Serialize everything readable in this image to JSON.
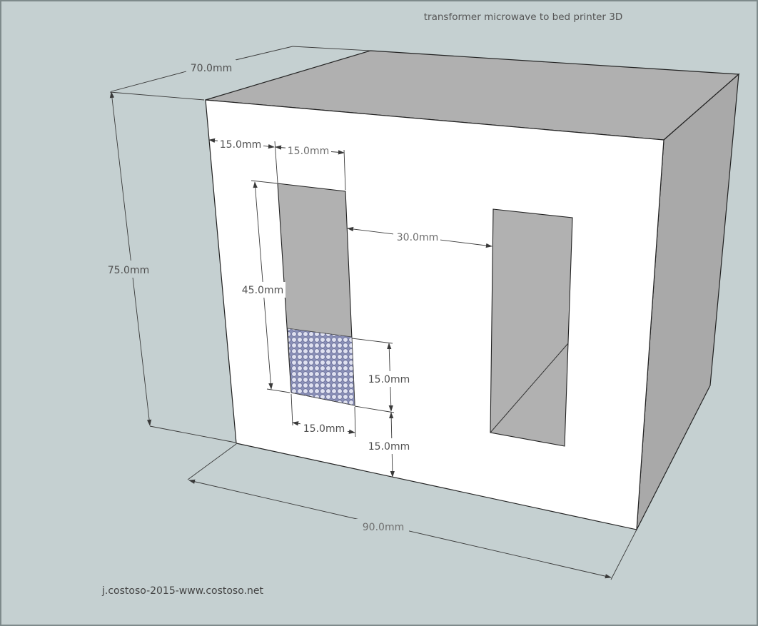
{
  "title": "transformer microwave to bed printer 3D",
  "credit": "j.costoso-2015-www.costoso.net",
  "colors": {
    "background": "#c5d0d1",
    "front_face": "#ffffff",
    "top_face": "#b0b0b0",
    "side_face": "#a9a9a9",
    "window_fill": "#b1b1b1",
    "coil_fill": "#b9bdd6",
    "edge": "#222222",
    "dimension_line": "#3a3a3a"
  },
  "dimensions": {
    "depth": "70.0mm",
    "height": "75.0mm",
    "width": "90.0mm",
    "left_margin": "15.0mm",
    "window_width": "15.0mm",
    "window_height": "45.0mm",
    "window_gap": "30.0mm",
    "coil_height": "15.0mm",
    "coil_width": "15.0mm",
    "bottom_margin": "15.0mm"
  }
}
